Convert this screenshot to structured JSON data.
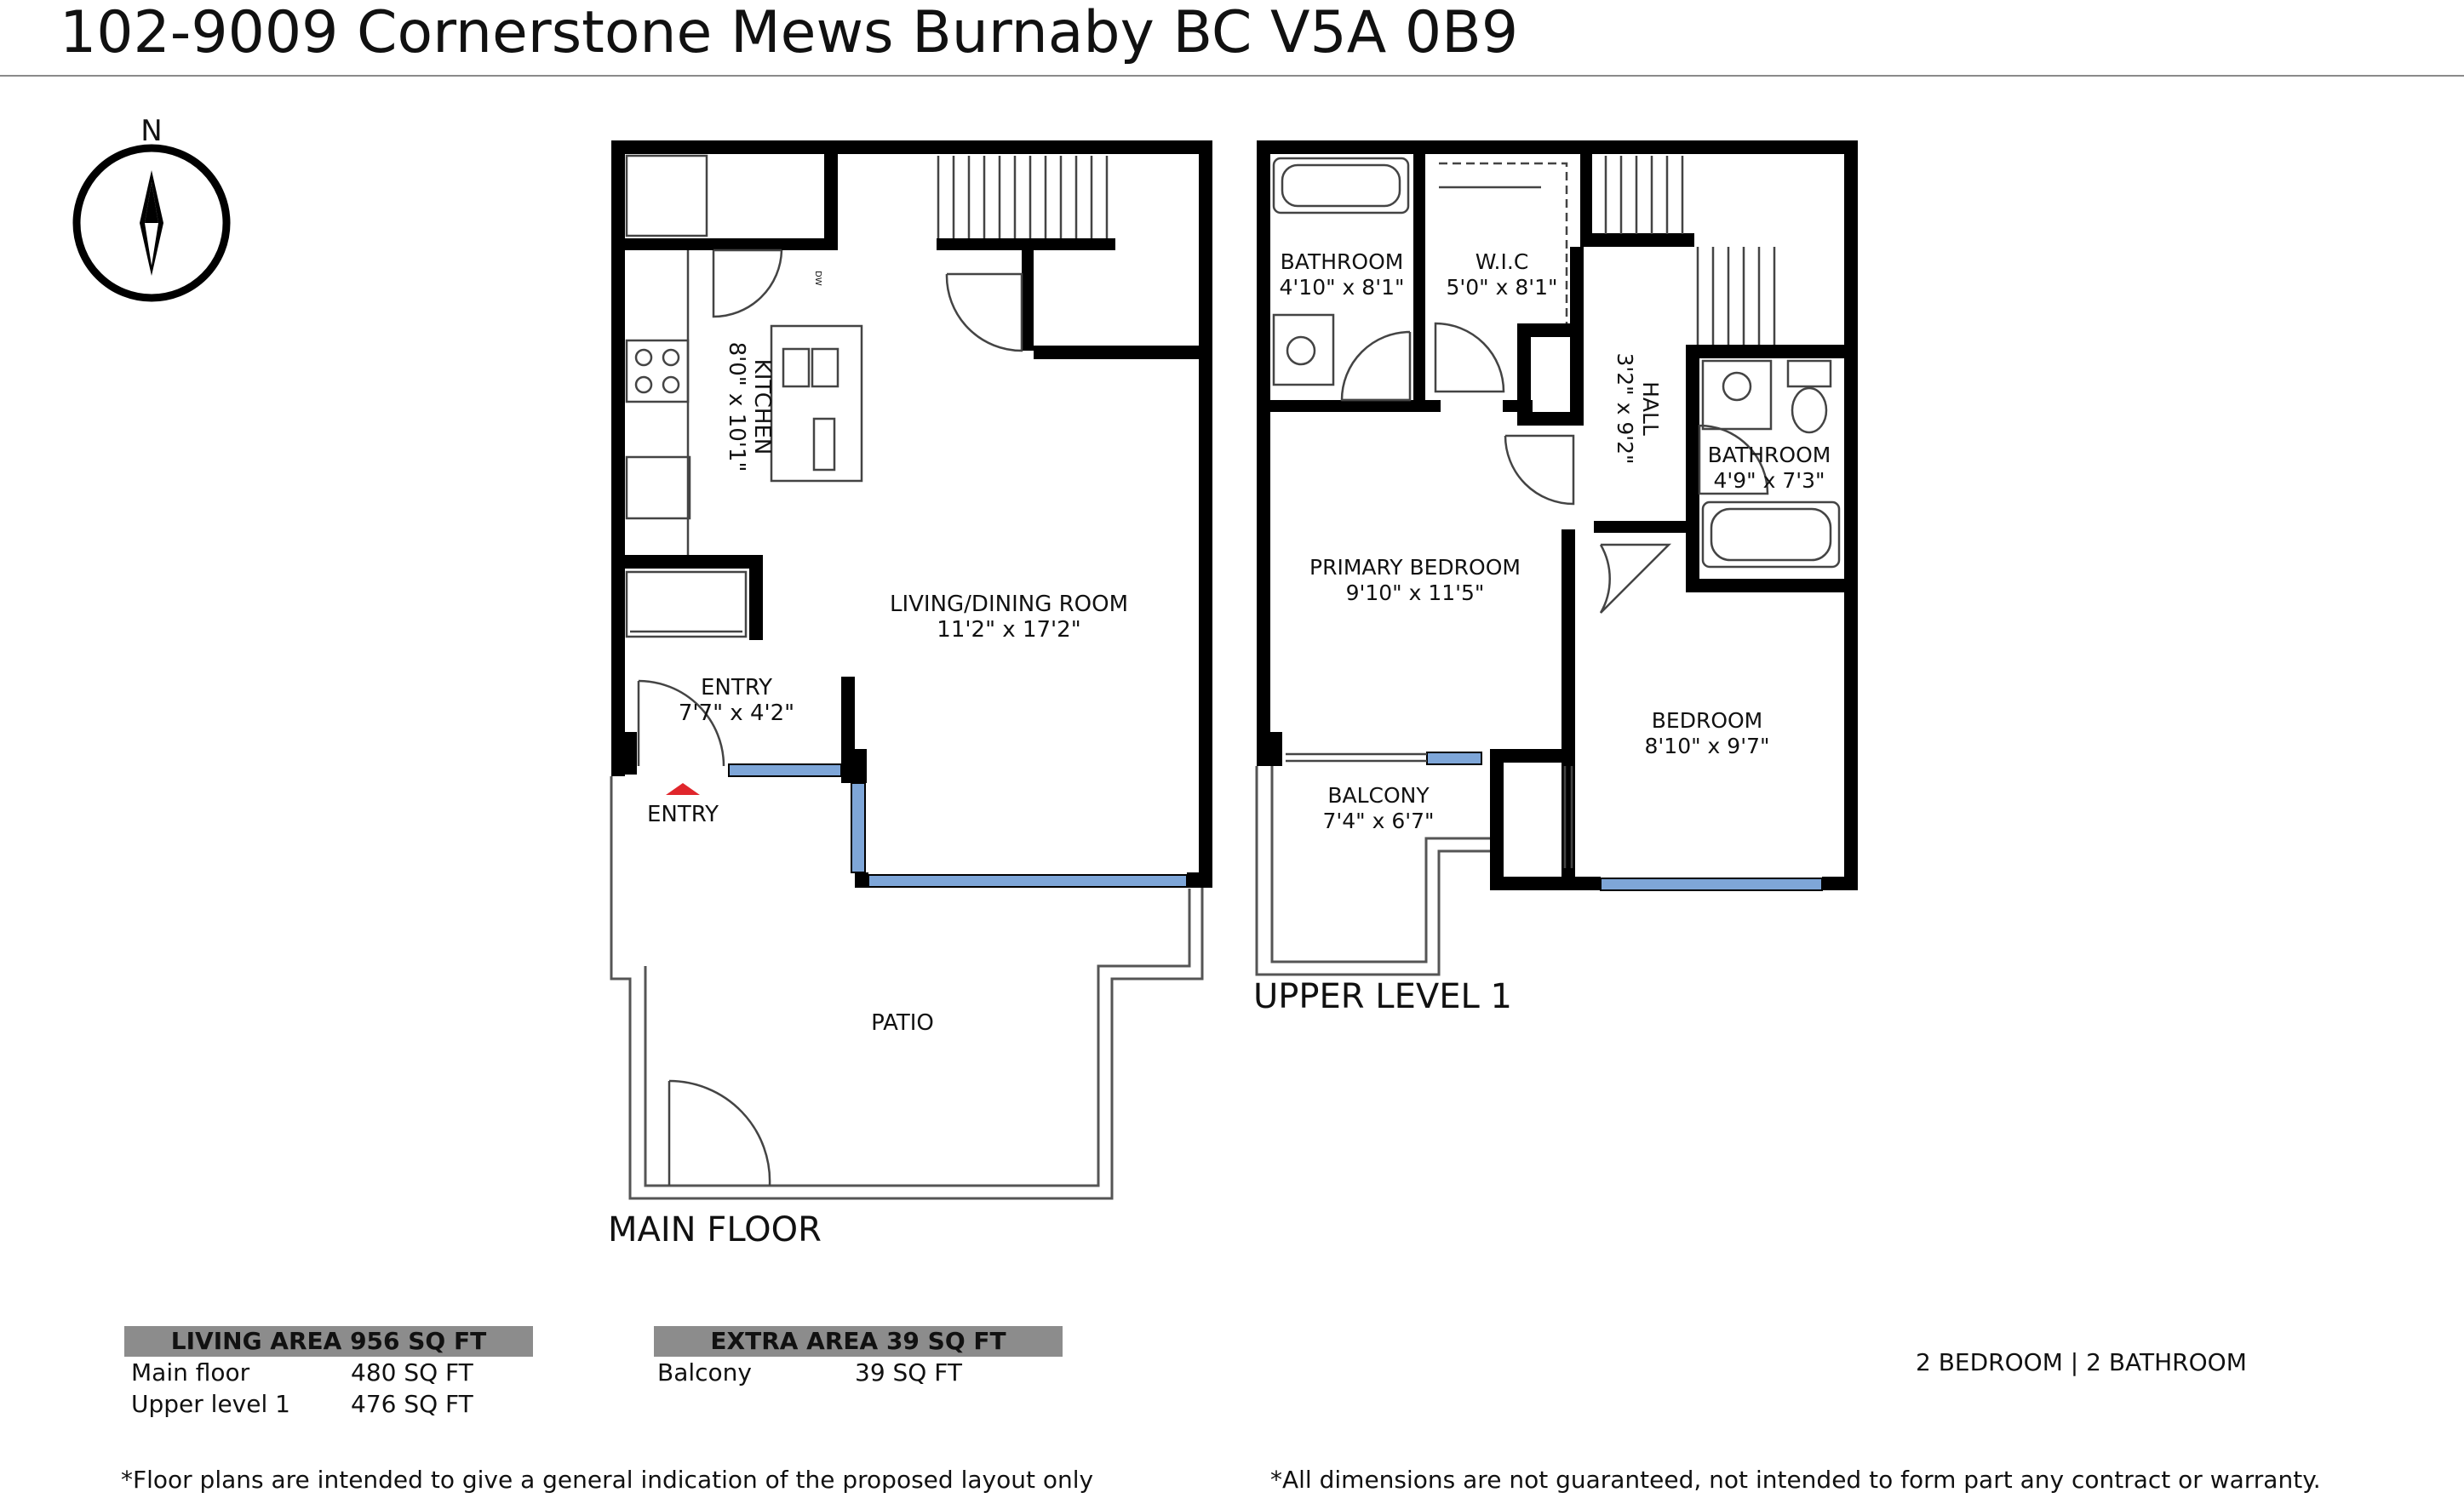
{
  "title": "102-9009 Cornerstone Mews Burnaby BC V5A 0B9",
  "compass_label": "N",
  "levels": {
    "main": "MAIN FLOOR",
    "upper": "UPPER LEVEL 1"
  },
  "rooms": {
    "kitchen": {
      "name": "KITCHEN",
      "dims": "8'0\" x 10'1\""
    },
    "living": {
      "name": "LIVING/DINING ROOM",
      "dims": "11'2\" x 17'2\""
    },
    "entry": {
      "name": "ENTRY",
      "dims": "7'7\" x 4'2\""
    },
    "entry_marker": "ENTRY",
    "patio": {
      "name": "PATIO"
    },
    "dw": "DW",
    "bath_primary": {
      "name": "BATHROOM",
      "dims": "4'10\" x 8'1\""
    },
    "wic": {
      "name": "W.I.C",
      "dims": "5'0\" x 8'1\""
    },
    "hall": {
      "name": "HALL",
      "dims": "3'2\" x 9'2\""
    },
    "bath2": {
      "name": "BATHROOM",
      "dims": "4'9\" x 7'3\""
    },
    "primary_bedroom": {
      "name": "PRIMARY BEDROOM",
      "dims": "9'10\" x 11'5\""
    },
    "bedroom": {
      "name": "BEDROOM",
      "dims": "8'10\" x 9'7\""
    },
    "balcony": {
      "name": "BALCONY",
      "dims": "7'4\" x 6'7\""
    }
  },
  "living_area": {
    "header": "LIVING AREA 956 SQ FT",
    "rows": [
      {
        "label": "Main floor",
        "value": "480 SQ FT"
      },
      {
        "label": "Upper level 1",
        "value": "476 SQ FT"
      }
    ]
  },
  "extra_area": {
    "header": "EXTRA AREA 39 SQ FT",
    "rows": [
      {
        "label": "Balcony",
        "value": "39 SQ FT"
      }
    ]
  },
  "summary": "2 BEDROOM | 2 BATHROOM",
  "footnotes": {
    "left": "*Floor plans are intended to give a general indication of the proposed layout only",
    "right": "*All dimensions are not guaranteed, not intended to form part any contract or warranty."
  },
  "colors": {
    "wall": "#000000",
    "window": "#7ea6d8",
    "entry_marker": "#e0262c",
    "header_bg": "#8c8c8c"
  }
}
